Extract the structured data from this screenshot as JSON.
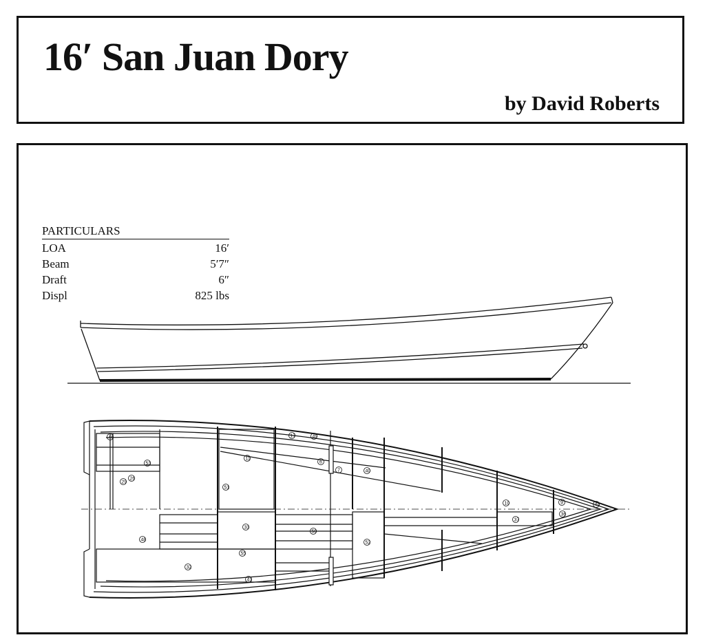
{
  "header": {
    "title": "16′ San Juan Dory",
    "byline": "by David Roberts"
  },
  "particulars": {
    "heading": "PARTICULARS",
    "rows": [
      {
        "label": "LOA",
        "value": "16′"
      },
      {
        "label": "Beam",
        "value": "5′7″"
      },
      {
        "label": "Draft",
        "value": "6″"
      },
      {
        "label": "Displ",
        "value": "825 lbs"
      }
    ]
  },
  "plan_callouts": [
    {
      "label": "46"
    },
    {
      "label": "53"
    },
    {
      "label": "26"
    },
    {
      "label": "29"
    },
    {
      "label": "17"
    },
    {
      "label": "49"
    },
    {
      "label": "11"
    },
    {
      "label": "6"
    },
    {
      "label": "7"
    },
    {
      "label": "40"
    },
    {
      "label": "51"
    },
    {
      "label": "10"
    },
    {
      "label": "9"
    },
    {
      "label": "36"
    },
    {
      "label": "44"
    },
    {
      "label": "37"
    },
    {
      "label": "33"
    },
    {
      "label": "50"
    },
    {
      "label": "52"
    },
    {
      "label": "48"
    },
    {
      "label": "55"
    },
    {
      "label": "32"
    },
    {
      "label": "41"
    }
  ]
}
